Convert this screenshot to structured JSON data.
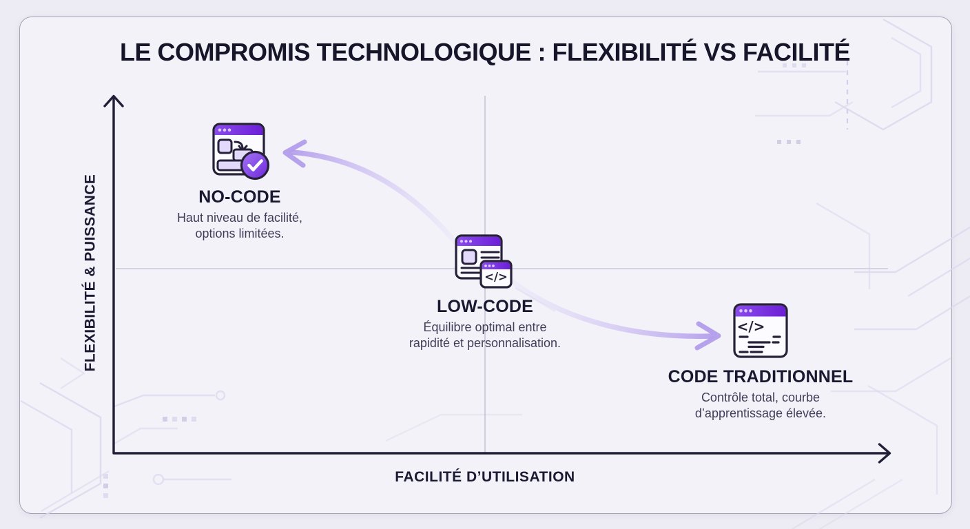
{
  "title": "LE COMPROMIS TECHNOLOGIQUE : FLEXIBILITÉ VS FACILITÉ",
  "axes": {
    "y_label": "FLEXIBILITÉ & PUISSANCE",
    "x_label": "FACILITÉ D’UTILISATION"
  },
  "items": [
    {
      "id": "no-code",
      "label": "NO-CODE",
      "desc_line1": "Haut niveau de facilité,",
      "desc_line2": "options limitées.",
      "icon": "nocode-builder-check-icon"
    },
    {
      "id": "low-code",
      "label": "LOW-CODE",
      "desc_line1": "Équilibre optimal entre",
      "desc_line2": "rapidité et personnalisation.",
      "icon": "lowcode-windows-code-icon"
    },
    {
      "id": "code-traditionnel",
      "label": "CODE TRADITIONNEL",
      "desc_line1": "Contrôle total, courbe",
      "desc_line2": "d’apprentissage élevée.",
      "icon": "traditional-code-editor-icon"
    }
  ],
  "icons": {
    "code_glyph": "</>"
  },
  "colors": {
    "accent_purple": "#7c3aed",
    "arrow_lavender": "#b29ceb",
    "axis": "#211e37",
    "title_text": "#161529",
    "desc_text": "#413e59",
    "card_bg": "#f3f2f9",
    "page_bg": "#edecf4",
    "icon_fill_light": "#e3d9fb",
    "icon_outline": "#262139"
  }
}
